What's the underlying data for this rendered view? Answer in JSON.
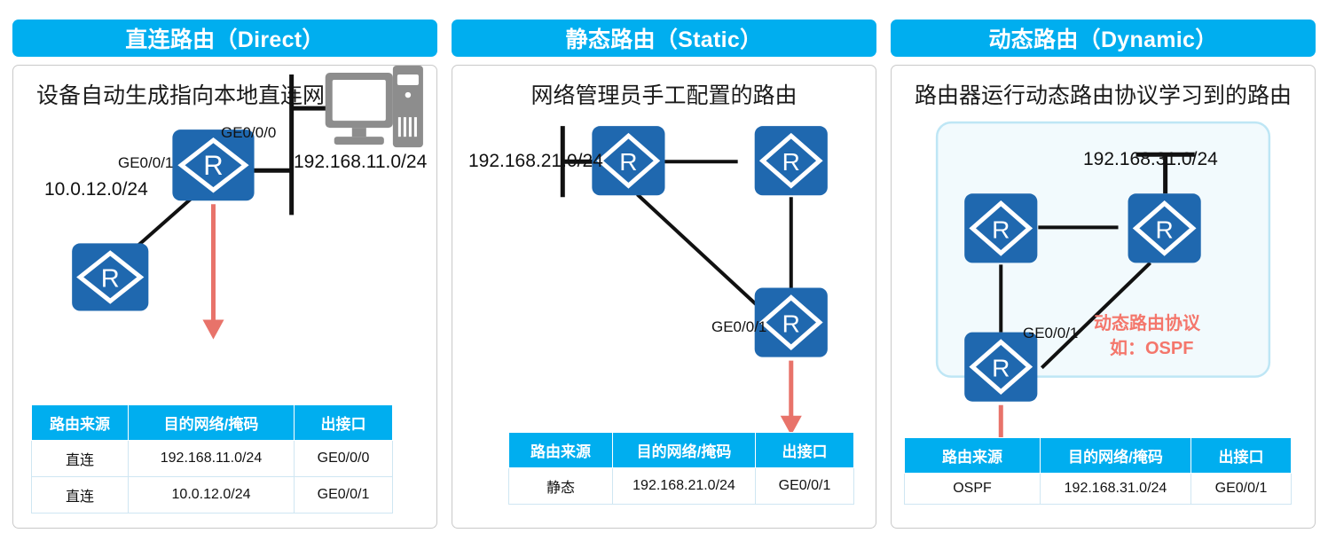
{
  "panels": [
    {
      "title": "直连路由（Direct）",
      "description": "设备自动生成指向本地直连网络的路由",
      "labels": {
        "iface_top": "GE0/0/0",
        "iface_left": "GE0/0/1",
        "net_left": "10.0.12.0/24",
        "net_right": "192.168.11.0/24"
      },
      "table": {
        "headers": [
          "路由来源",
          "目的网络/掩码",
          "出接口"
        ],
        "rows": [
          [
            "直连",
            "192.168.11.0/24",
            "GE0/0/0"
          ],
          [
            "直连",
            "10.0.12.0/24",
            "GE0/0/1"
          ]
        ]
      }
    },
    {
      "title": "静态路由（Static）",
      "description": "网络管理员手工配置的路由",
      "labels": {
        "net_left": "192.168.21.0/24",
        "iface_bottom": "GE0/0/1"
      },
      "table": {
        "headers": [
          "路由来源",
          "目的网络/掩码",
          "出接口"
        ],
        "rows": [
          [
            "静态",
            "192.168.21.0/24",
            "GE0/0/1"
          ]
        ]
      }
    },
    {
      "title": "动态路由（Dynamic）",
      "description": "路由器运行动态路由协议学习到的路由",
      "labels": {
        "net_top": "192.168.31.0/24",
        "iface_bottom": "GE0/0/1",
        "protocol_line1": "动态路由协议",
        "protocol_line2": "如：OSPF"
      },
      "table": {
        "headers": [
          "路由来源",
          "目的网络/掩码",
          "出接口"
        ],
        "rows": [
          [
            "OSPF",
            "192.168.31.0/24",
            "GE0/0/1"
          ]
        ]
      }
    }
  ],
  "colors": {
    "header_blue": "#00AEEF",
    "router_blue": "#1F68AF",
    "arrow_red": "#E8736A",
    "protocol_text": "#F4766B",
    "cloud_fill": "#F2FAFD",
    "cloud_border": "#BEE6F5",
    "link_black": "#111111",
    "pc_gray": "#8D8D8D"
  },
  "icons": {
    "router": "router-icon",
    "pc": "desktop-computer-icon",
    "arrow": "down-arrow-icon"
  }
}
